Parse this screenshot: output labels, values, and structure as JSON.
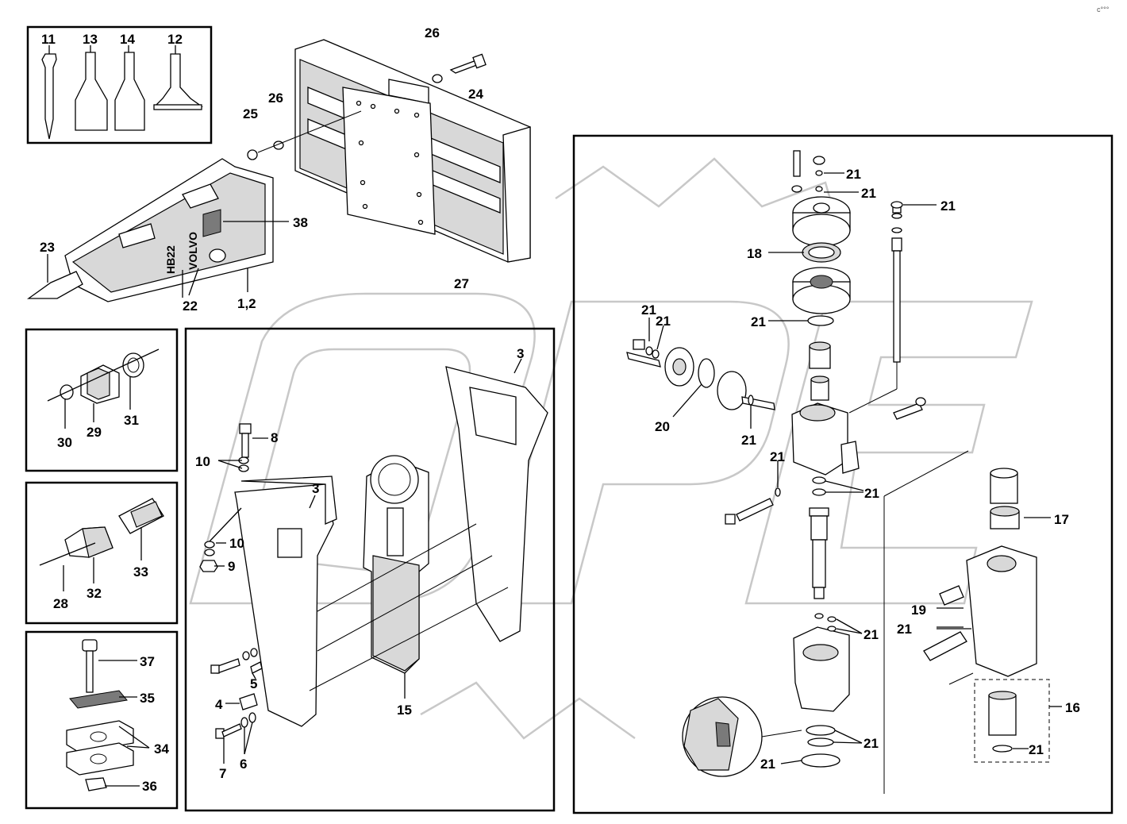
{
  "corner_mark": "c°°°",
  "watermark_text": "OPEX",
  "callouts": {
    "c11": "11",
    "c13": "13",
    "c14": "14",
    "c12": "12",
    "c26a": "26",
    "c24": "24",
    "c25": "25",
    "c26b": "26",
    "c23": "23",
    "c38": "38",
    "c22": "22",
    "c1_2": "1,2",
    "c27": "27",
    "c30": "30",
    "c29": "29",
    "c31": "31",
    "c28": "28",
    "c32": "32",
    "c33": "33",
    "c37": "37",
    "c35": "35",
    "c34": "34",
    "c36": "36",
    "c3a": "3",
    "c3b": "3",
    "c8": "8",
    "c10a": "10",
    "c10b": "10",
    "c9": "9",
    "c5": "5",
    "c4": "4",
    "c7": "7",
    "c6": "6",
    "c15": "15",
    "c21a": "21",
    "c21b": "21",
    "c21c": "21",
    "c18": "18",
    "c21d": "21",
    "c21e": "21",
    "c21f": "21",
    "c20": "20",
    "c21g": "21",
    "c21h": "21",
    "c21i": "21",
    "c17": "17",
    "c19": "19",
    "c21j": "21",
    "c21k": "21",
    "c16": "16",
    "c21l": "21",
    "c21m": "21",
    "c21n": "21"
  },
  "decal_text": {
    "brand": "VOLVO",
    "model": "HB22"
  },
  "colors": {
    "line": "#000000",
    "shade": "#d8d8d8",
    "watermark": "#c8c8c8"
  }
}
